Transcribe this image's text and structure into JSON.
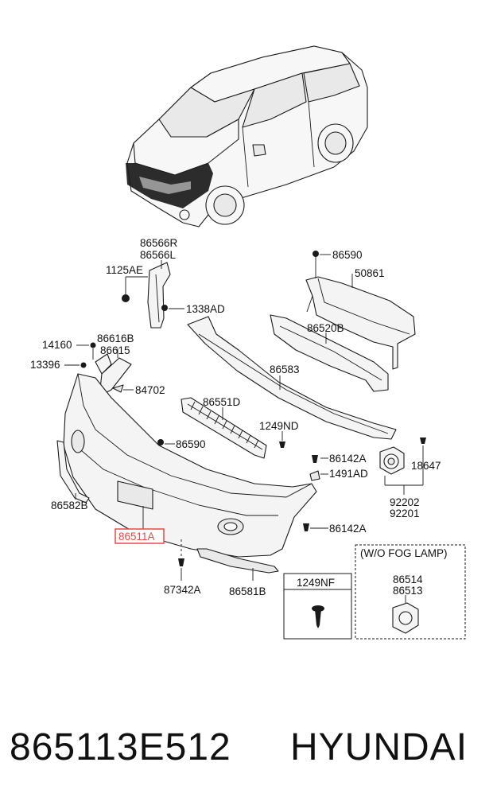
{
  "labels": {
    "l86566R": "86566R",
    "l86566L": "86566L",
    "l1125AE": "1125AE",
    "l1338AD": "1338AD",
    "l86590a": "86590",
    "l50861": "50861",
    "l86520B": "86520B",
    "l14160": "14160",
    "l86616B": "86616B",
    "l86615": "86615",
    "l13396": "13396",
    "l84702": "84702",
    "l86583": "86583",
    "l86551D": "86551D",
    "l1249ND": "1249ND",
    "l86590b": "86590",
    "l86142A1": "86142A",
    "l1491AD": "1491AD",
    "l18647": "18647",
    "l92202": "92202",
    "l92201": "92201",
    "l86582B": "86582B",
    "l86511A": "86511A",
    "l86142A2": "86142A",
    "l87342A": "87342A",
    "l86581B": "86581B",
    "box1249NF": "1249NF",
    "fogTitle": "(W/O FOG LAMP)",
    "l86514": "86514",
    "l86513": "86513"
  },
  "highlight_color": "#e8484a",
  "footer": {
    "part_number": "865113E512",
    "brand": "HYUNDAI"
  }
}
